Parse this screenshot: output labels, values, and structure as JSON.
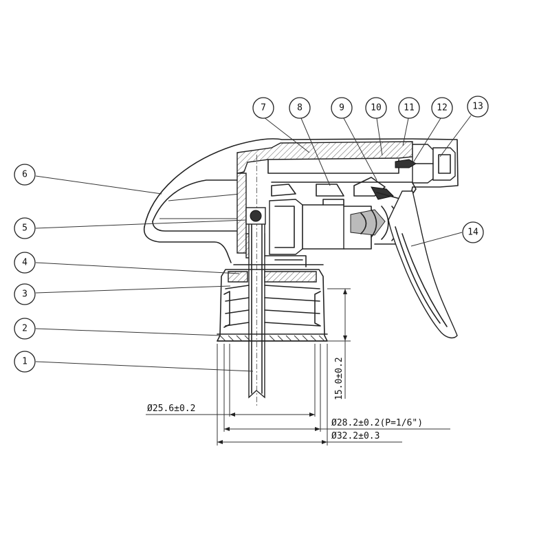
{
  "callouts": [
    {
      "id": "1",
      "label": "1"
    },
    {
      "id": "2",
      "label": "2"
    },
    {
      "id": "3",
      "label": "3"
    },
    {
      "id": "4",
      "label": "4"
    },
    {
      "id": "5",
      "label": "5"
    },
    {
      "id": "6",
      "label": "6"
    },
    {
      "id": "7",
      "label": "7"
    },
    {
      "id": "8",
      "label": "8"
    },
    {
      "id": "9",
      "label": "9"
    },
    {
      "id": "10",
      "label": "10"
    },
    {
      "id": "11",
      "label": "11"
    },
    {
      "id": "12",
      "label": "12"
    },
    {
      "id": "13",
      "label": "13"
    },
    {
      "id": "14",
      "label": "14"
    }
  ],
  "dimensions": {
    "dip_tube_diameter": "Ø25.6±0.2",
    "thread_diameter": "Ø28.2±0.2(P=1/6\")",
    "closure_diameter": "Ø32.2±0.3",
    "closure_height": "15.0±0.2"
  },
  "colors": {
    "line": "#222222",
    "background": "#ffffff"
  }
}
